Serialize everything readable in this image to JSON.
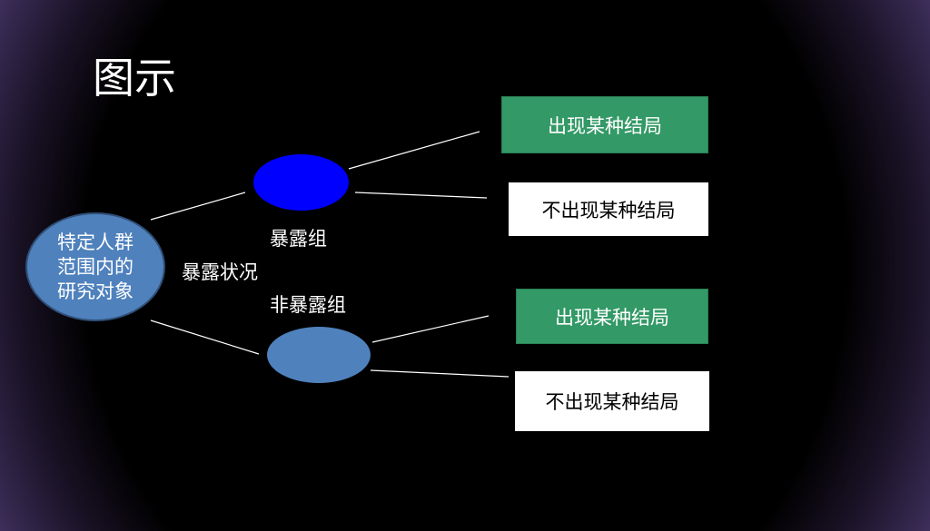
{
  "title": "图示",
  "root_label": "特定人群\n范围内的\n研究对象",
  "exposure_label": "暴露状况",
  "groups": {
    "exposed_label": "暴露组",
    "unexposed_label": "非暴露组"
  },
  "outcomes": [
    "出现某种结局",
    "不出现某种结局",
    "出现某种结局",
    "不出现某种结局"
  ],
  "colors": {
    "exposed_node": "#0000ff",
    "root_and_unexposed_node": "#4f81bd",
    "outcome_box": "#339966",
    "no_outcome_box": "#ffffff"
  }
}
